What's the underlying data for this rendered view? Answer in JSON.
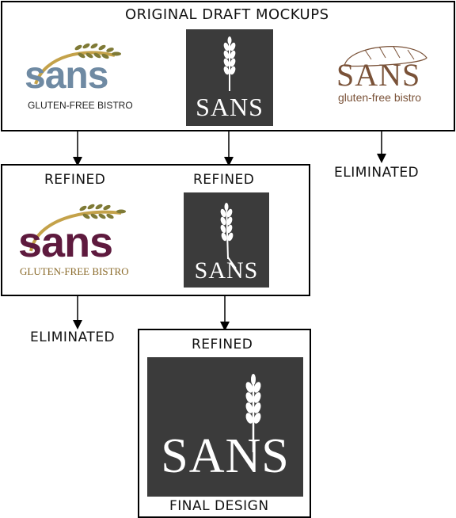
{
  "labels": {
    "original": "ORIGINAL DRAFT MOCKUPS",
    "refined_1": "REFINED",
    "refined_2": "REFINED",
    "refined_3": "REFINED",
    "eliminated_1": "ELIMINATED",
    "eliminated_2": "ELIMINATED",
    "final": "FINAL DESIGN"
  },
  "logos": {
    "draft_a": {
      "word": "sans",
      "tagline": "GLUTEN-FREE BISTRO",
      "word_color": "#6f8aa3"
    },
    "draft_b": {
      "word": "SANS"
    },
    "draft_c": {
      "word": "SANS",
      "tagline": "gluten-free bistro",
      "color": "#7a5238"
    },
    "refined_a": {
      "word": "sans",
      "tagline": "GLUTEN-FREE BISTRO",
      "word_color": "#5e1a3e",
      "tagline_color": "#8a6a2a"
    },
    "refined_b": {
      "word": "SANS"
    },
    "final": {
      "word": "SANS"
    }
  },
  "colors": {
    "dark_panel": "#3b3b3b",
    "wheat_gold": "#c4a24a",
    "wheat_olive": "#7f7a36"
  }
}
